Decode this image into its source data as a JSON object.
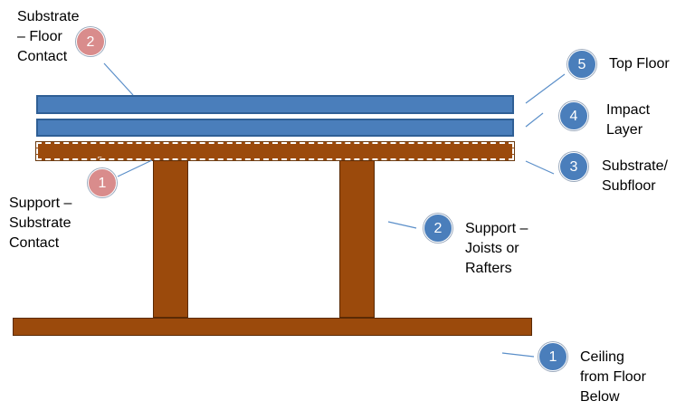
{
  "colors": {
    "blue": "#4a7ebb",
    "brown": "#9b4a0c",
    "pink": "#d98c8c",
    "leader_line": "#5b8fc9"
  },
  "callouts": {
    "top_floor": {
      "number": "5",
      "label": "Top Floor"
    },
    "impact_layer": {
      "number": "4",
      "label": "Impact\nLayer"
    },
    "substrate_subfloor": {
      "number": "3",
      "label": "Substrate/\nSubfloor"
    },
    "support_joists": {
      "number": "2",
      "label": "Support –\nJoists or\nRafters"
    },
    "ceiling": {
      "number": "1",
      "label": "Ceiling\nfrom Floor\nBelow"
    },
    "substrate_floor_contact": {
      "number": "2",
      "label": "Substrate\n– Floor\nContact"
    },
    "support_substrate_contact": {
      "number": "1",
      "label": "Support –\nSubstrate\nContact"
    }
  }
}
